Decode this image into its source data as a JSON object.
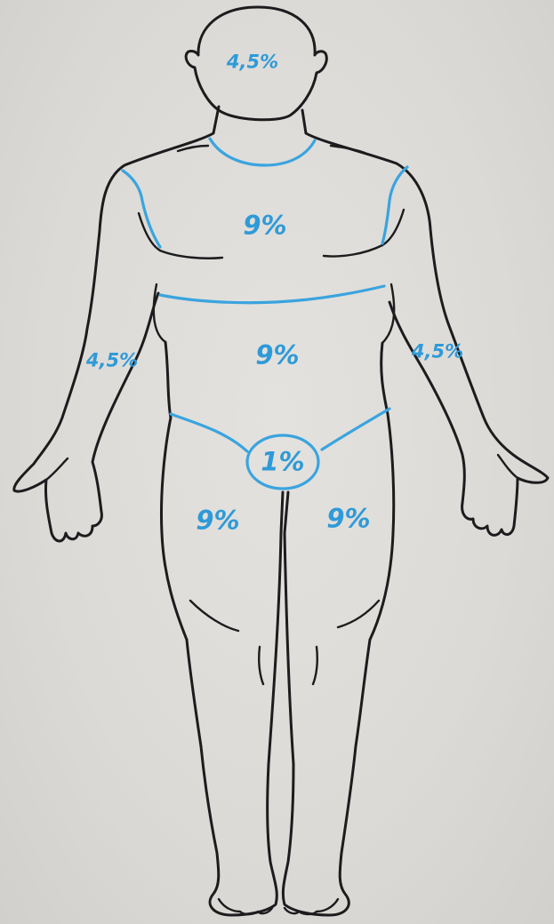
{
  "labels": {
    "head": "4,5%",
    "chest": "9%",
    "abdomen": "9%",
    "right_arm": "4,5%",
    "left_arm": "4,5%",
    "genitals": "1%",
    "right_leg": "9%",
    "left_leg": "9%"
  },
  "colors": {
    "zone_lines": "#3aa4df",
    "labels": "#2f9ad8",
    "outline": "#1c1c1e",
    "background": "#dedcd8"
  }
}
